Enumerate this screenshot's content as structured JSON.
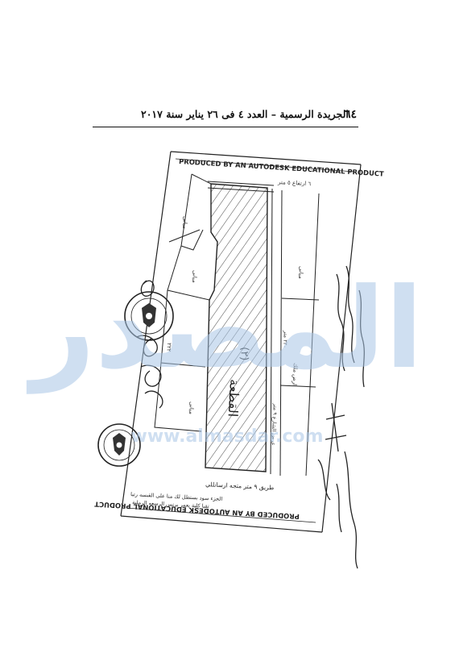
{
  "header": {
    "page_number": "٦٤",
    "title": "الجريدة الرسمية – العدد ٤ فى ٢٦ يناير سنة ٢٠١٧"
  },
  "plan": {
    "border_text_top": "PRODUCED BY AN AUTODESK EDUCATIONAL PRODUCT",
    "border_text_bottom": "PRODUCED BY AN AUTODESK EDUCATIONAL PRODUCT",
    "road_label": "طريق ٩ متر متجه ارسانللي",
    "legend_line_1": "الجزء سود بستطل لك منا على القبسه رتبا",
    "legend_line_2": "تقبا كلية بعمر برنس الرسعه الرملية"
  },
  "watermark": {
    "arabic": "المصدر",
    "url": "www.almasdar.com"
  },
  "colors": {
    "watermark": "#a9c6e6",
    "ink": "#222222"
  }
}
